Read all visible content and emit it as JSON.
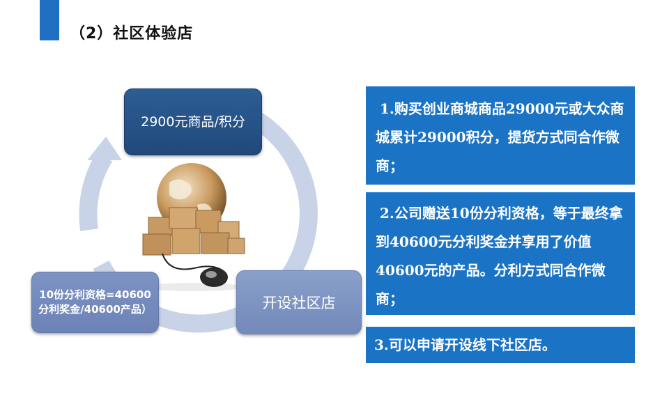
{
  "header": {
    "title": "（2）社区体验店"
  },
  "diagram": {
    "nodes": {
      "top": "2900元商品/积分",
      "right": "开设社区店",
      "left": "10份分利资格=40600分利奖金/40600产品）"
    },
    "center_image": "globe-with-boxes-and-mouse"
  },
  "panels": [
    "1.购买创业商城商品29000元或大众商城累计29000积分，提货方式同合作微商；",
    "2.公司赠送10份分利资格，等于最终拿到40600元分利奖金并享用了价值40600元的产品。分利方式同合作微商；",
    "3.可以申请开设线下社区店。"
  ],
  "colors": {
    "accent": "#1f6fc1",
    "panel": "#1a73c5",
    "node_dark": "#254f83",
    "node_light": "#7c92c2",
    "ring": "#c9d3e8"
  }
}
